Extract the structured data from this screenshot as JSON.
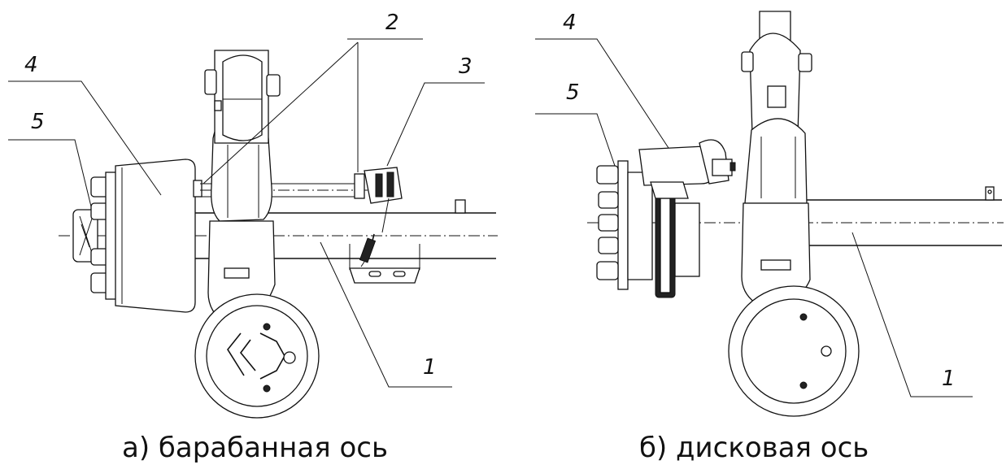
{
  "figure": {
    "drum": {
      "caption": "а) барабанная ось",
      "callouts": {
        "c1": "1",
        "c2": "2",
        "c3": "3",
        "c4": "4",
        "c5": "5"
      }
    },
    "disc": {
      "caption": "б) дисковая ось",
      "callouts": {
        "c1": "1",
        "c4": "4",
        "c5": "5"
      }
    }
  }
}
